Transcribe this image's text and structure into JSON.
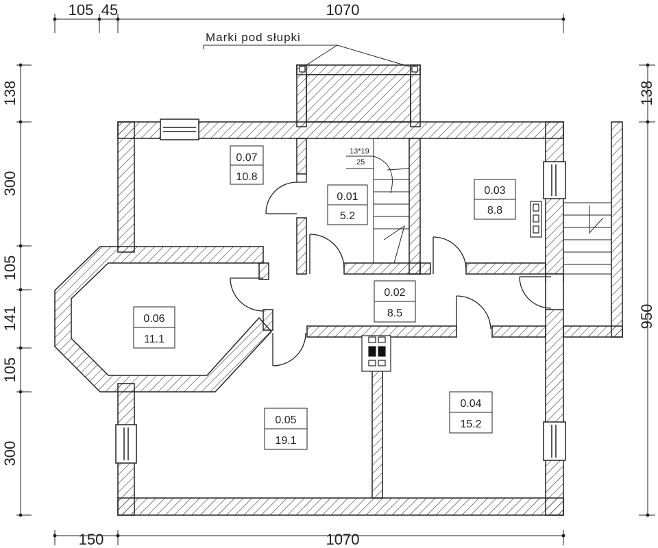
{
  "dimensions": {
    "top": [
      "105",
      "45",
      "1070"
    ],
    "bottom": [
      "150",
      "1070"
    ],
    "left": [
      "138",
      "300",
      "105",
      "141",
      "105",
      "300"
    ],
    "right": [
      "138",
      "950"
    ]
  },
  "note": "Marki pod słupki",
  "stair_info": {
    "step": "13*19",
    "tread": "25"
  },
  "rooms": [
    {
      "number": "0.07",
      "area": "10.8"
    },
    {
      "number": "0.01",
      "area": "5.2"
    },
    {
      "number": "0.03",
      "area": "8.8"
    },
    {
      "number": "0.02",
      "area": "8.5"
    },
    {
      "number": "0.06",
      "area": "11.1"
    },
    {
      "number": "0.05",
      "area": "19.1"
    },
    {
      "number": "0.04",
      "area": "15.2"
    }
  ]
}
